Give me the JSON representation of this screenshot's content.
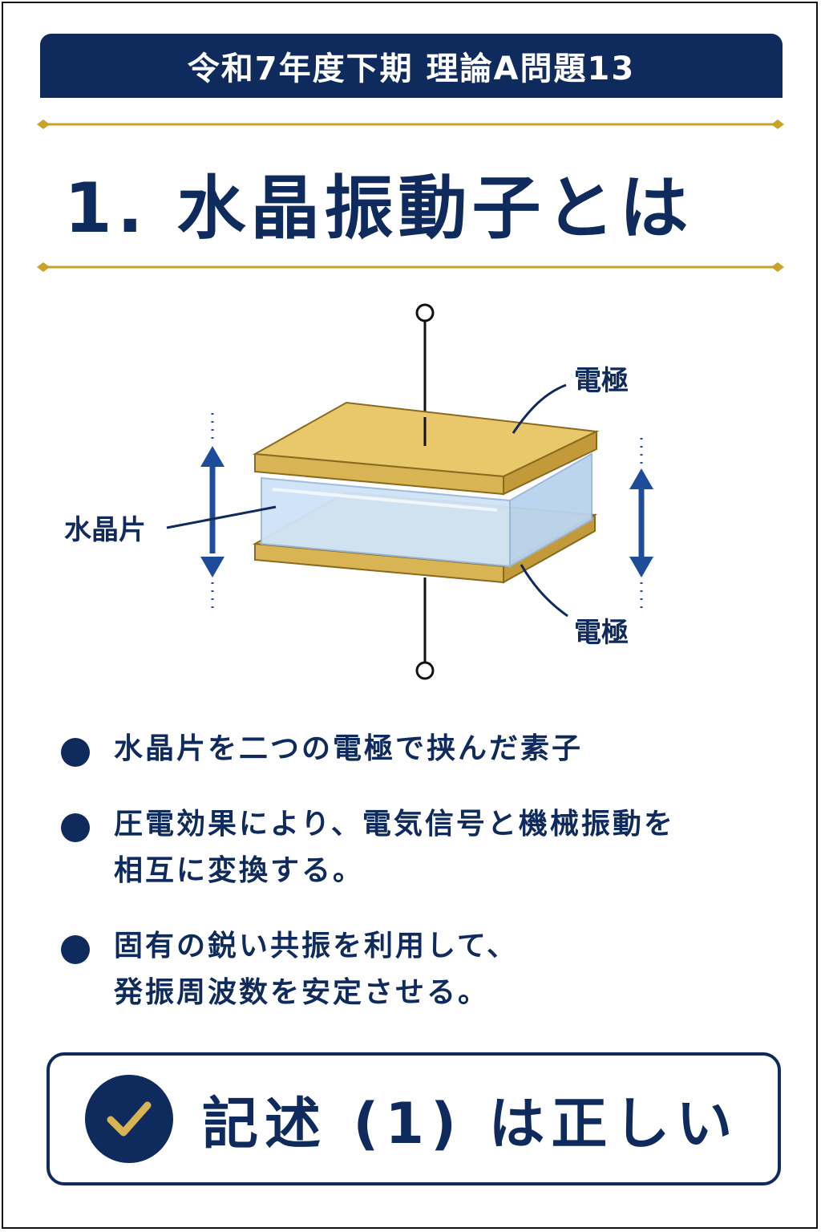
{
  "header": {
    "title": "令和7年度下期 理論A問題13"
  },
  "section": {
    "title": "1. 水晶振動子とは"
  },
  "diagram": {
    "labels": {
      "top_electrode": "電極",
      "bottom_electrode": "電極",
      "crystal": "水晶片"
    },
    "colors": {
      "electrode": "#d8b455",
      "crystal": "#cfe3f7",
      "accent": "#0f2a5c",
      "arrow": "#1e4c9a"
    }
  },
  "bullets": [
    {
      "text": "水晶片を二つの電極で挟んだ素子"
    },
    {
      "line1": "圧電効果により、電気信号と機械振動を",
      "line2": "相互に変換する。"
    },
    {
      "line1": "固有の鋭い共振を利用して、",
      "line2": "発振周波数を安定させる。"
    }
  ],
  "conclusion": {
    "text": "記述 (1) は正しい",
    "icon": "check-icon"
  },
  "colors": {
    "primary": "#0f2a5c",
    "gold": "#c9a227"
  }
}
